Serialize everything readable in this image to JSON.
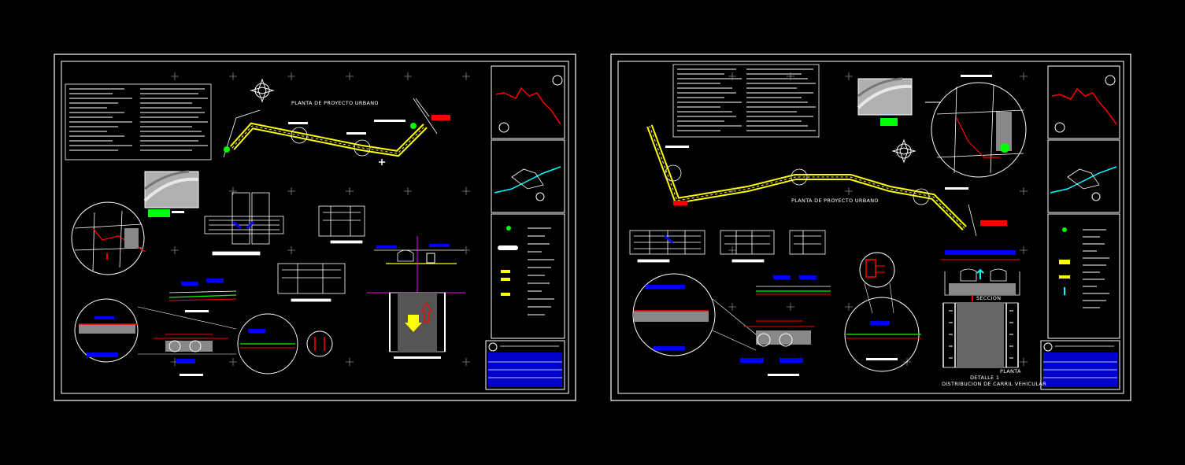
{
  "sheets": [
    {
      "id": "sheet-1",
      "plan_title": "PLANTA DE PROYECTO URBANO",
      "section_label": "",
      "plan_label": ""
    },
    {
      "id": "sheet-2",
      "plan_title": "PLANTA DE PROYECTO URBANO",
      "section_label": "SECCION",
      "plan_label": "PLANTA",
      "detail_caption": "DETALLE 1",
      "detail_subcaption": "DISTRIBUCION DE CARRIL VEHICULAR"
    }
  ],
  "colors": {
    "background": "#000000",
    "frame": "#ffffff",
    "road": "#ffff00",
    "accent_red": "#ff0000",
    "accent_blue": "#0000ff",
    "accent_cyan": "#00ffff",
    "accent_green": "#00ff00",
    "accent_magenta": "#ff00ff"
  }
}
